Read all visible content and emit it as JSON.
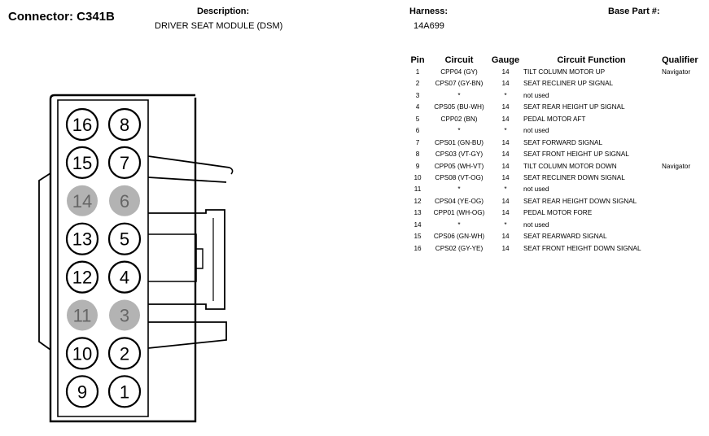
{
  "header": {
    "connector_label": "Connector: C341B",
    "description_label": "Description:",
    "description_value": "DRIVER SEAT MODULE (DSM)",
    "harness_label": "Harness:",
    "harness_value": "14A699",
    "base_part_label": "Base Part #:",
    "base_part_value": ""
  },
  "table": {
    "headers": {
      "pin": "Pin",
      "circuit": "Circuit",
      "gauge": "Gauge",
      "function": "Circuit Function",
      "qualifier": "Qualifier"
    },
    "rows": [
      {
        "pin": "1",
        "circuit": "CPP04 (GY)",
        "gauge": "14",
        "function": "TILT COLUMN MOTOR UP",
        "qualifier": "Navigator"
      },
      {
        "pin": "2",
        "circuit": "CPS07 (GY-BN)",
        "gauge": "14",
        "function": "SEAT RECLINER UP SIGNAL",
        "qualifier": ""
      },
      {
        "pin": "3",
        "circuit": "*",
        "gauge": "*",
        "function": "not used",
        "qualifier": ""
      },
      {
        "pin": "4",
        "circuit": "CPS05 (BU-WH)",
        "gauge": "14",
        "function": "SEAT REAR HEIGHT UP SIGNAL",
        "qualifier": ""
      },
      {
        "pin": "5",
        "circuit": "CPP02 (BN)",
        "gauge": "14",
        "function": "PEDAL MOTOR AFT",
        "qualifier": ""
      },
      {
        "pin": "6",
        "circuit": "*",
        "gauge": "*",
        "function": "not used",
        "qualifier": ""
      },
      {
        "pin": "7",
        "circuit": "CPS01 (GN-BU)",
        "gauge": "14",
        "function": "SEAT FORWARD SIGNAL",
        "qualifier": ""
      },
      {
        "pin": "8",
        "circuit": "CPS03 (VT-GY)",
        "gauge": "14",
        "function": "SEAT FRONT HEIGHT UP SIGNAL",
        "qualifier": ""
      },
      {
        "pin": "9",
        "circuit": "CPP05 (WH-VT)",
        "gauge": "14",
        "function": "TILT COLUMN MOTOR DOWN",
        "qualifier": "Navigator"
      },
      {
        "pin": "10",
        "circuit": "CPS08 (VT-OG)",
        "gauge": "14",
        "function": "SEAT RECLINER DOWN SIGNAL",
        "qualifier": ""
      },
      {
        "pin": "11",
        "circuit": "*",
        "gauge": "*",
        "function": "not used",
        "qualifier": ""
      },
      {
        "pin": "12",
        "circuit": "CPS04 (YE-OG)",
        "gauge": "14",
        "function": "SEAT REAR HEIGHT DOWN SIGNAL",
        "qualifier": ""
      },
      {
        "pin": "13",
        "circuit": "CPP01 (WH-OG)",
        "gauge": "14",
        "function": "PEDAL MOTOR FORE",
        "qualifier": ""
      },
      {
        "pin": "14",
        "circuit": "*",
        "gauge": "*",
        "function": "not used",
        "qualifier": ""
      },
      {
        "pin": "15",
        "circuit": "CPS06 (GN-WH)",
        "gauge": "14",
        "function": "SEAT REARWARD SIGNAL",
        "qualifier": ""
      },
      {
        "pin": "16",
        "circuit": "CPS02 (GY-YE)",
        "gauge": "14",
        "function": "SEAT FRONT HEIGHT DOWN SIGNAL",
        "qualifier": ""
      }
    ]
  },
  "connector": {
    "cavity_rows": [
      {
        "left": "16",
        "right": "8",
        "used": true
      },
      {
        "left": "15",
        "right": "7",
        "used": true
      },
      {
        "left": "14",
        "right": "6",
        "used": false
      },
      {
        "left": "13",
        "right": "5",
        "used": true
      },
      {
        "left": "12",
        "right": "4",
        "used": true
      },
      {
        "left": "11",
        "right": "3",
        "used": false
      },
      {
        "left": "10",
        "right": "2",
        "used": true
      },
      {
        "left": "9",
        "right": "1",
        "used": true
      }
    ],
    "colors": {
      "used_stroke": "#000000",
      "unused_fill": "#b3b3b3"
    }
  }
}
